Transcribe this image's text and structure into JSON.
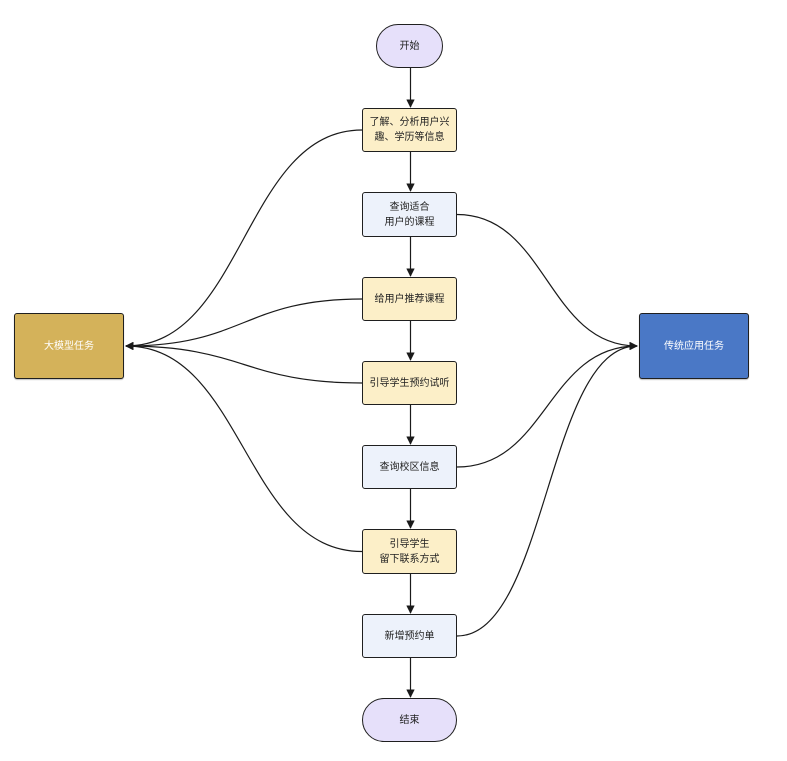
{
  "colors": {
    "terminal": "#e6e0fa",
    "llm_step": "#fcefc8",
    "app_step": "#edf2fb",
    "llm_category": "#d4b25a",
    "app_category": "#4a78c6",
    "edge": "#1a1a1a"
  },
  "nodes": {
    "start": {
      "label": "开始"
    },
    "analyze": {
      "label": "了解、分析用户兴\n趣、学历等信息"
    },
    "query_courses": {
      "label": "查询适合\n用户的课程"
    },
    "recommend": {
      "label": "给用户推荐课程"
    },
    "guide_trial": {
      "label": "引导学生预约试听"
    },
    "query_campus": {
      "label": "查询校区信息"
    },
    "guide_contact": {
      "label": "引导学生\n留下联系方式"
    },
    "new_booking": {
      "label": "新增预约单"
    },
    "end": {
      "label": "结束"
    },
    "llm_task": {
      "label": "大模型任务"
    },
    "app_task": {
      "label": "传统应用任务"
    }
  },
  "edges": {
    "main_flow": [
      "start",
      "analyze",
      "query_courses",
      "recommend",
      "guide_trial",
      "query_campus",
      "guide_contact",
      "new_booking",
      "end"
    ],
    "to_llm_task": [
      "analyze",
      "recommend",
      "guide_trial",
      "guide_contact"
    ],
    "to_app_task": [
      "query_courses",
      "query_campus",
      "new_booking"
    ]
  }
}
